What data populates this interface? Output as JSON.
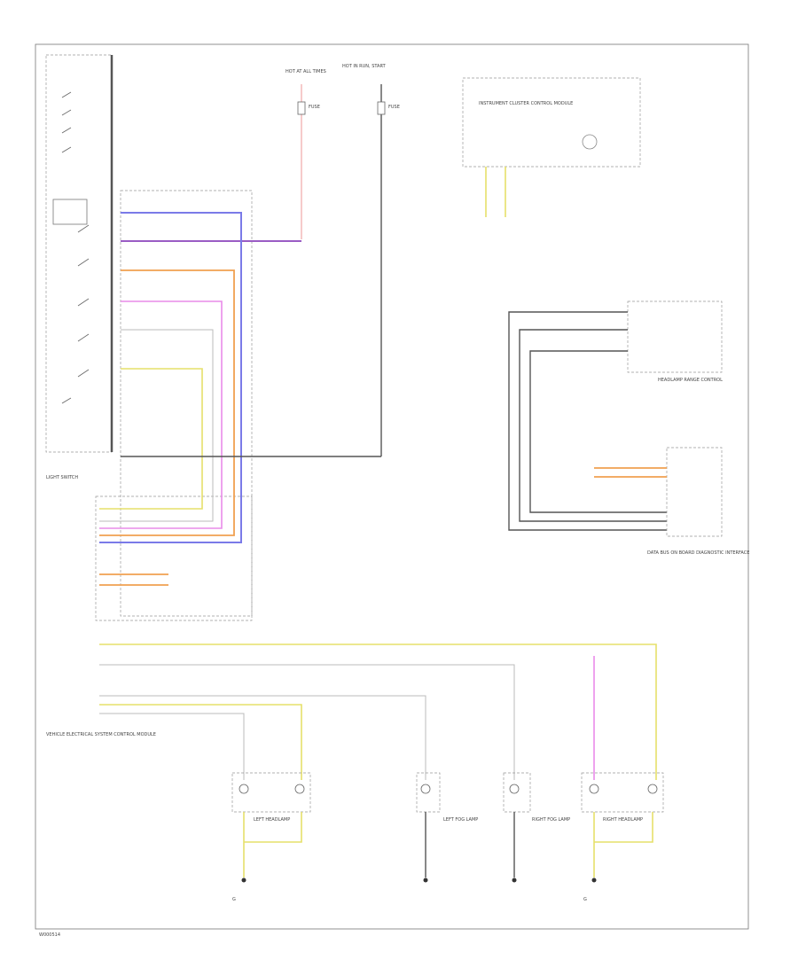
{
  "footer": {
    "code": "W000514"
  },
  "labels": {
    "light_switch": "LIGHT SWITCH",
    "instrument_cluster": "INSTRUMENT CLUSTER CONTROL MODULE",
    "headlamp_range_control": "HEADLAMP RANGE CONTROL",
    "data_bus_gateway": "DATA BUS ON BOARD DIAGNOSTIC INTERFACE",
    "vehicle_electrical": "VEHICLE ELECTRICAL SYSTEM CONTROL MODULE",
    "hot_at_all_times": "HOT AT ALL TIMES",
    "hot_in_run": "HOT IN RUN, START",
    "fuse_left": "FUSE",
    "fuse_right": "FUSE",
    "ground_left": "G",
    "ground_right": "G"
  },
  "lamps": [
    {
      "name": "LEFT HEADLAMP"
    },
    {
      "name": "LEFT FOG LAMP"
    },
    {
      "name": "RIGHT FOG LAMP"
    },
    {
      "name": "RIGHT HEADLAMP"
    }
  ]
}
